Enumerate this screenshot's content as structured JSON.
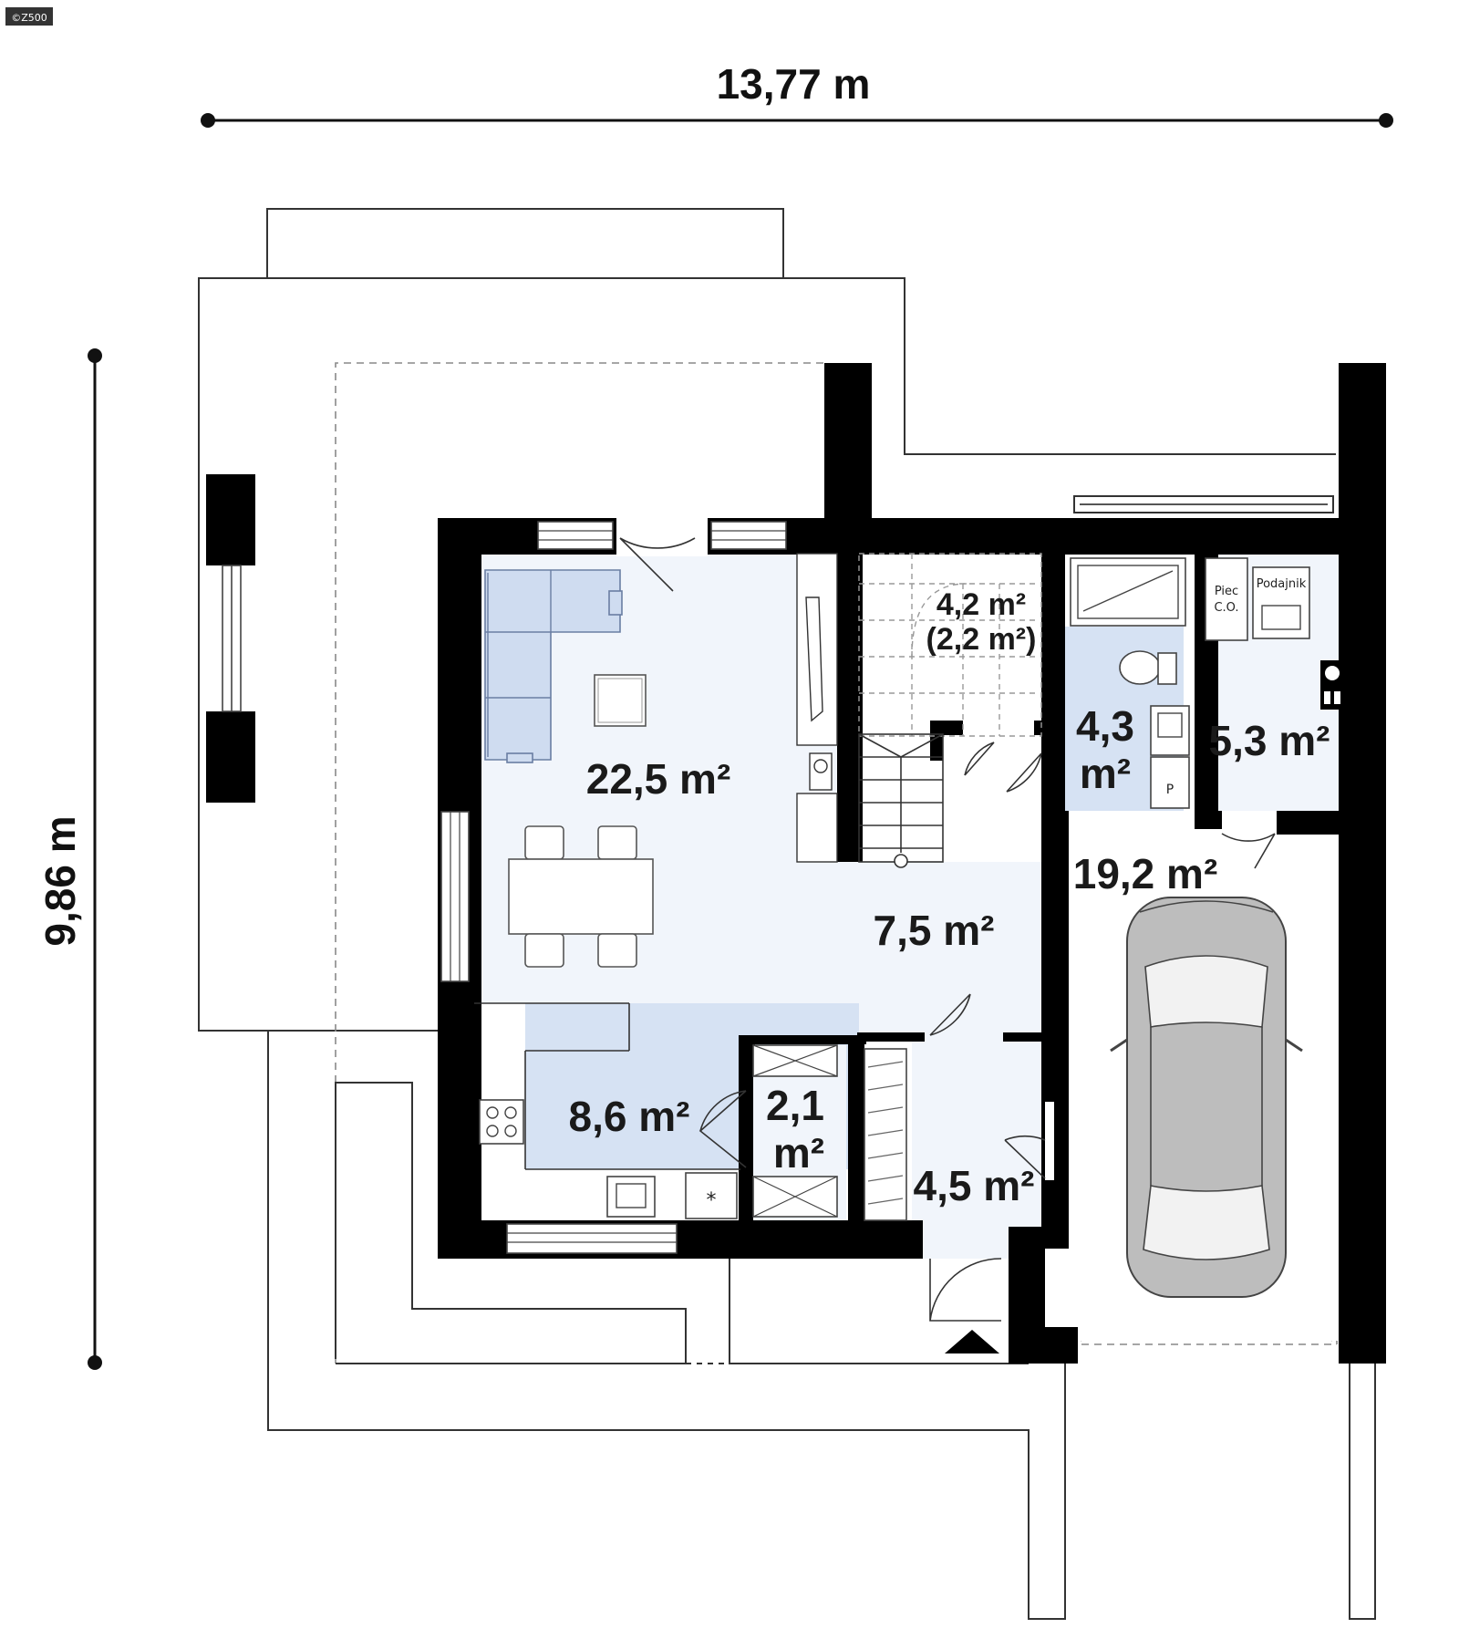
{
  "watermark": "©Z500",
  "dimensions": {
    "width_label": "13,77 m",
    "depth_label": "9,86 m"
  },
  "rooms": [
    {
      "id": "living",
      "area": "22,5 m²"
    },
    {
      "id": "stairs",
      "area": "4,2 m²",
      "note": "(2,2 m²)"
    },
    {
      "id": "bathroom",
      "area_line1": "4,3",
      "area_line2": "m²"
    },
    {
      "id": "boiler",
      "area": "5,3 m²"
    },
    {
      "id": "garage",
      "area": "19,2 m²"
    },
    {
      "id": "hall",
      "area": "7,5 m²"
    },
    {
      "id": "kitchen",
      "area": "8,6 m²"
    },
    {
      "id": "pantry",
      "area_line1": "2,1",
      "area_line2": "m²"
    },
    {
      "id": "vestibule",
      "area": "4,5 m²"
    }
  ],
  "equipment": {
    "boiler_line1": "Piec",
    "boiler_line2": "C.O.",
    "feeder": "Podajnik",
    "washer_mark": "P",
    "fridge_mark": "*"
  },
  "colors": {
    "wall": "#000000",
    "room_fill": "#f1f5fb",
    "accent_fill": "#d6e2f3",
    "furniture": "#cfdcf0"
  }
}
